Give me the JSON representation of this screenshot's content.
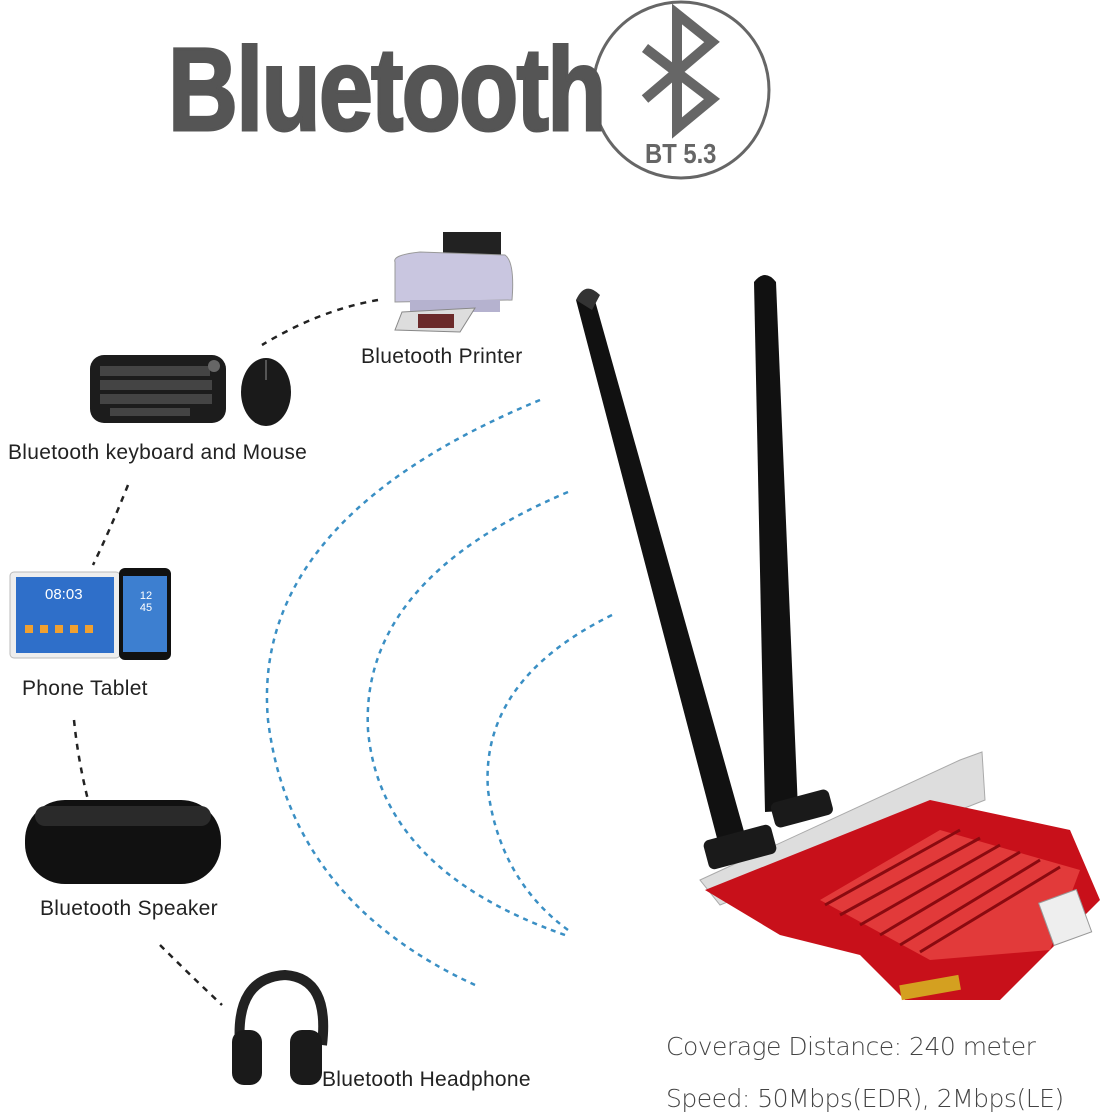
{
  "header": {
    "title": "Bluetooth",
    "badge_text": "BT 5.3",
    "badge_icon": "bluetooth-icon"
  },
  "devices": [
    {
      "label": "Bluetooth Printer",
      "icon": "printer-icon"
    },
    {
      "label": "Bluetooth keyboard and Mouse",
      "icon": "keyboard-mouse-icon"
    },
    {
      "label": "Phone Tablet",
      "icon": "phone-tablet-icon"
    },
    {
      "label": "Bluetooth Speaker",
      "icon": "speaker-icon"
    },
    {
      "label": "Bluetooth Headphone",
      "icon": "headphone-icon"
    }
  ],
  "device_screens": {
    "tablet_time": "08:03",
    "phone_time": "12 45"
  },
  "specs": {
    "coverage": "Coverage Distance: 240 meter",
    "speed": "Speed: 50Mbps(EDR), 2Mbps(LE)"
  },
  "colors": {
    "title": "#555555",
    "signal": "#3a8fc4",
    "card": "#c8101a",
    "antenna": "#111111"
  }
}
